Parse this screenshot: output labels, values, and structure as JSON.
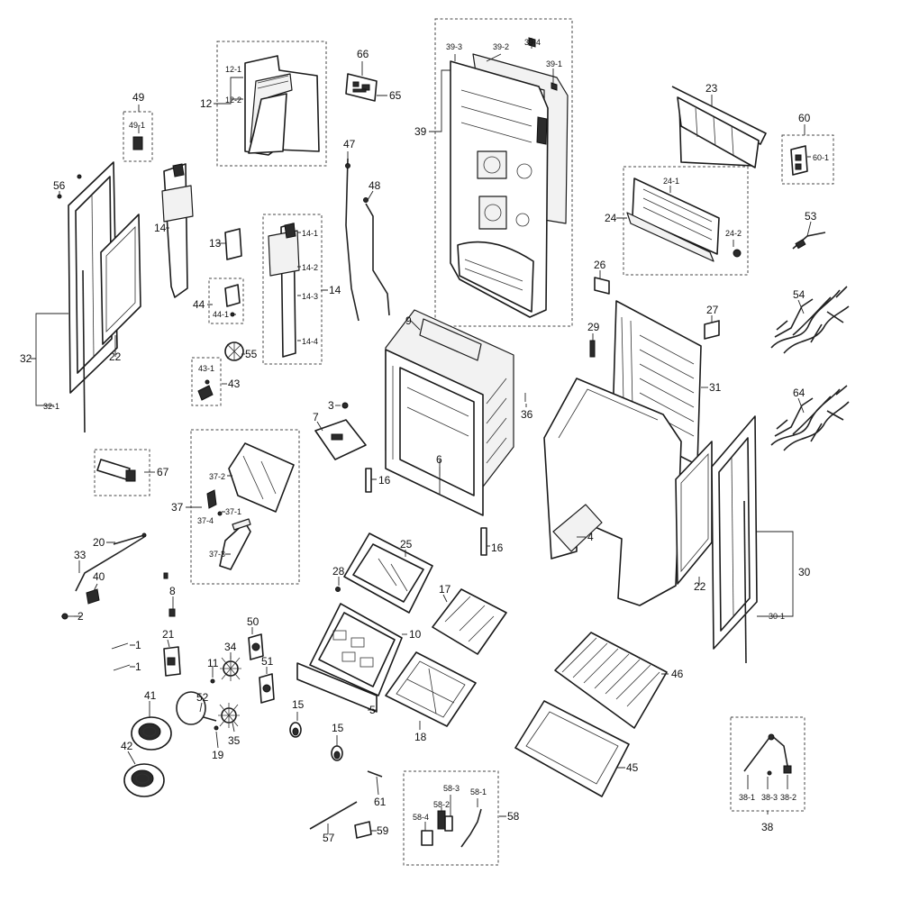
{
  "diagram": {
    "callouts": {
      "c1a": "1",
      "c1b": "1",
      "c2": "2",
      "c3": "3",
      "c4": "4",
      "c5": "5",
      "c6": "6",
      "c7": "7",
      "c8": "8",
      "c9": "9",
      "c10": "10",
      "c11": "11",
      "c12": "12",
      "c12_1": "12-1",
      "c12_2": "12-2",
      "c13": "13",
      "c14a": "14",
      "c14_1": "14-1",
      "c14_2": "14-2",
      "c14_3": "14-3",
      "c14_4": "14-4",
      "c14b": "14",
      "c15a": "15",
      "c15b": "15",
      "c16a": "16",
      "c16b": "16",
      "c17": "17",
      "c18": "18",
      "c19": "19",
      "c20": "20",
      "c21": "21",
      "c22a": "22",
      "c22b": "22",
      "c23": "23",
      "c24": "24",
      "c24_1": "24-1",
      "c24_2": "24-2",
      "c25": "25",
      "c26": "26",
      "c27": "27",
      "c28": "28",
      "c29": "29",
      "c30": "30",
      "c30_1": "30-1",
      "c31": "31",
      "c32": "32",
      "c32_1": "32-1",
      "c33": "33",
      "c34": "34",
      "c35": "35",
      "c36": "36",
      "c37": "37",
      "c37_1": "37-1",
      "c37_2": "37-2",
      "c37_3": "37-3",
      "c37_4": "37-4",
      "c38": "38",
      "c38_1": "38-1",
      "c38_2": "38-2",
      "c38_3": "38-3",
      "c39": "39",
      "c39_1": "39-1",
      "c39_2": "39-2",
      "c39_3": "39-3",
      "c39_4": "39-4",
      "c40": "40",
      "c41": "41",
      "c42": "42",
      "c43": "43",
      "c43_1": "43-1",
      "c44": "44",
      "c44_1": "44-1",
      "c45": "45",
      "c46": "46",
      "c47": "47",
      "c48": "48",
      "c49": "49",
      "c49_1": "49-1",
      "c50": "50",
      "c51": "51",
      "c52": "52",
      "c53": "53",
      "c54": "54",
      "c55": "55",
      "c56": "56",
      "c57": "57",
      "c58": "58",
      "c58_1": "58-1",
      "c58_2": "58-2",
      "c58_3": "58-3",
      "c58_4": "58-4",
      "c59": "59",
      "c60": "60",
      "c60_1": "60-1",
      "c61": "61",
      "c64": "64",
      "c65": "65",
      "c66": "66",
      "c67": "67"
    }
  }
}
